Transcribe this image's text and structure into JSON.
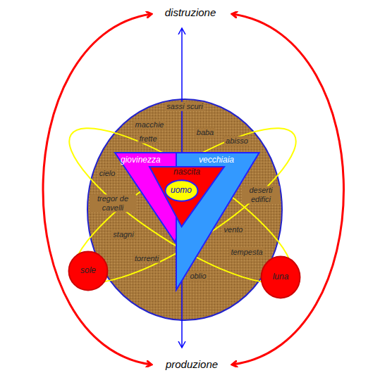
{
  "diagram": {
    "nodes": [
      {
        "text": [
          "giovinezza"
        ]
      },
      {
        "text": [
          "vecchiaia"
        ]
      },
      {
        "text": [
          "nascita"
        ]
      },
      {
        "text": [
          "uomo"
        ],
        "in": 2
      },
      {
        "text": [
          "sole"
        ]
      },
      {
        "text": [
          "luna"
        ]
      }
    ],
    "labels": [
      "distruzione",
      "sassi scuri",
      "macchie",
      "frette",
      "baba",
      "abisso",
      "cielo",
      "tregor de cavelli",
      "deserti edifici",
      "stagni",
      "vento",
      "tempesta",
      "torrenti",
      "oblio",
      "produzione"
    ]
  }
}
